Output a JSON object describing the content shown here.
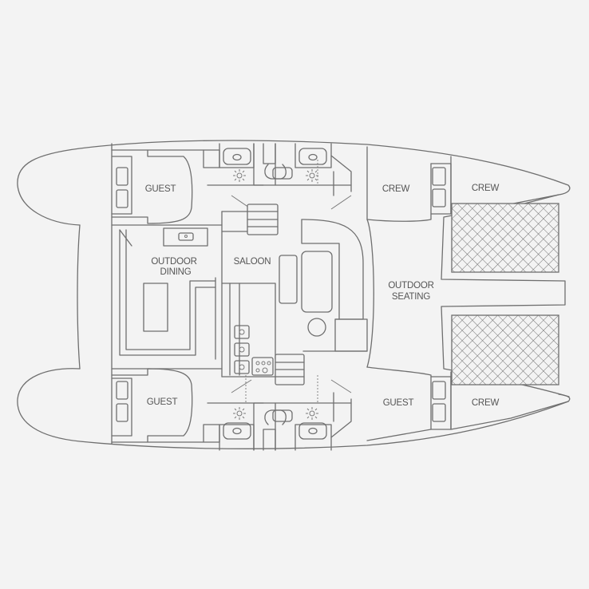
{
  "labels": {
    "guest_top": "GUEST",
    "guest_bottom": "GUEST",
    "outdoor_dining_1": "OUTDOOR",
    "outdoor_dining_2": "DINING",
    "saloon": "SALOON",
    "crew_mid_top": "CREW",
    "crew_bow_top": "CREW",
    "outdoor_seating_1": "OUTDOOR",
    "outdoor_seating_2": "SEATING",
    "guest_stbd_fwd": "GUEST",
    "crew_bow_bottom": "CREW"
  },
  "colors": {
    "background": "#f3f3f3",
    "line": "#6f6f6f",
    "label": "#555555"
  }
}
